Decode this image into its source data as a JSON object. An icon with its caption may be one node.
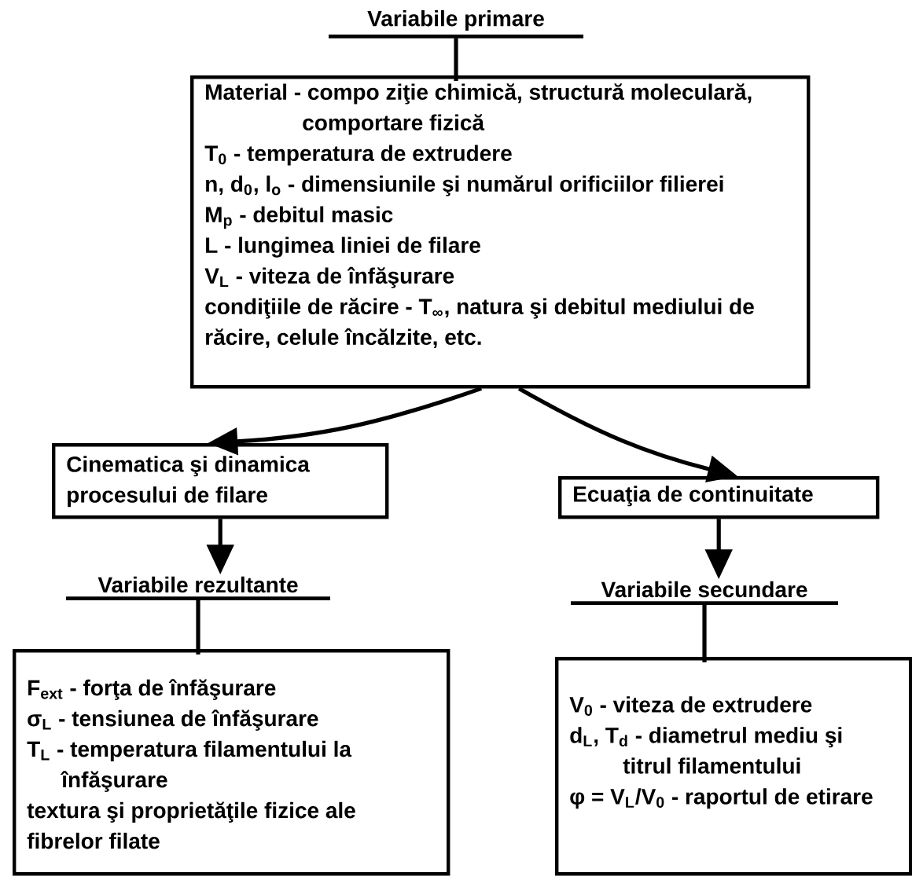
{
  "diagram": {
    "nodes": [
      {
        "text": [
          "Variabile primare"
        ]
      },
      {
        "text": [
          "Material - compo ziţie chimică, structură moleculară, comportare fizică",
          "T$_{0}$ - temperatura de extrudere",
          "n, d$_{0}$, l$_{o}$ - dimensiunile şi numărul orificiilor filierei",
          "M$_{p}$ - debitul masic",
          "L - lungimea liniei de filare",
          "V$_{L}$ - viteza de înfăşurare",
          "condiţiile de răcire - T$_{∞}$, natura şi debitul mediului de răcire, celule încălzite, etc."
        ]
      },
      {
        "text": [
          "Cinematica şi dinamica procesului de filare"
        ]
      },
      {
        "text": [
          "Ecuaţia de continuitate"
        ]
      },
      {
        "text": [
          "Variabile rezultante"
        ]
      },
      {
        "text": [
          "F$_{ext}$ - forţa de înfăşurare",
          "σ$_{L}$ - tensiunea de înfăşurare",
          "T$_{L}$ - temperatura filamentului la înfăşurare",
          "textura şi proprietăţile fizice ale fibrelor filate"
        ]
      },
      {
        "text": [
          "Variabile secundare"
        ]
      },
      {
        "text": [
          "V$_{0}$ - viteza de extrudere",
          "d$_{L}$, T$_{d}$ - diametrul mediu şi titrul filamentului",
          "φ = V$_{L}$/V$_{0}$ - raportul de etirare"
        ]
      }
    ],
    "edges": [
      {
        "from": 0,
        "to": 1,
        "arrow": "none"
      },
      {
        "from": 1,
        "to": 2,
        "arrow": "to"
      },
      {
        "from": 1,
        "to": 3,
        "arrow": "to"
      },
      {
        "from": 2,
        "to": 4,
        "arrow": "to"
      },
      {
        "from": 3,
        "to": 6,
        "arrow": "to"
      },
      {
        "from": 4,
        "to": 5,
        "arrow": "none"
      },
      {
        "from": 6,
        "to": 7,
        "arrow": "none"
      }
    ]
  }
}
